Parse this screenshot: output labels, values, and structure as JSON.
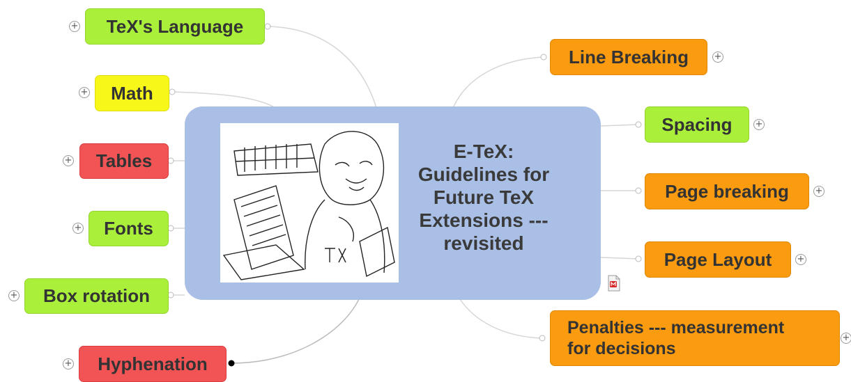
{
  "central_topic": {
    "lines": [
      "E-TeX:",
      "Guidelines for",
      "Future TeX",
      "Extensions ---",
      "revisited"
    ]
  },
  "left_topics": [
    {
      "label": "TeX's Language",
      "color": "green"
    },
    {
      "label": "Math",
      "color": "yellow"
    },
    {
      "label": "Tables",
      "color": "red"
    },
    {
      "label": "Fonts",
      "color": "green"
    },
    {
      "label": "Box rotation",
      "color": "green"
    },
    {
      "label": "Hyphenation",
      "color": "red"
    }
  ],
  "right_topics": [
    {
      "label": "Line Breaking",
      "color": "orange"
    },
    {
      "label": "Spacing",
      "color": "green"
    },
    {
      "label": "Page breaking",
      "color": "orange"
    },
    {
      "label": "Page Layout",
      "color": "orange"
    },
    {
      "label_lines": [
        "Penalties --- measurement",
        "for decisions"
      ],
      "color": "orange"
    }
  ],
  "icons": {
    "expand": "plus-icon",
    "picture": "tex-lion-illustration",
    "attachment": "document-icon"
  },
  "colors": {
    "central": "#a9bfe6",
    "green": "#aaf03b",
    "yellow": "#f7f71a",
    "red": "#f25456",
    "orange": "#fb9b10",
    "text": "#333333"
  }
}
